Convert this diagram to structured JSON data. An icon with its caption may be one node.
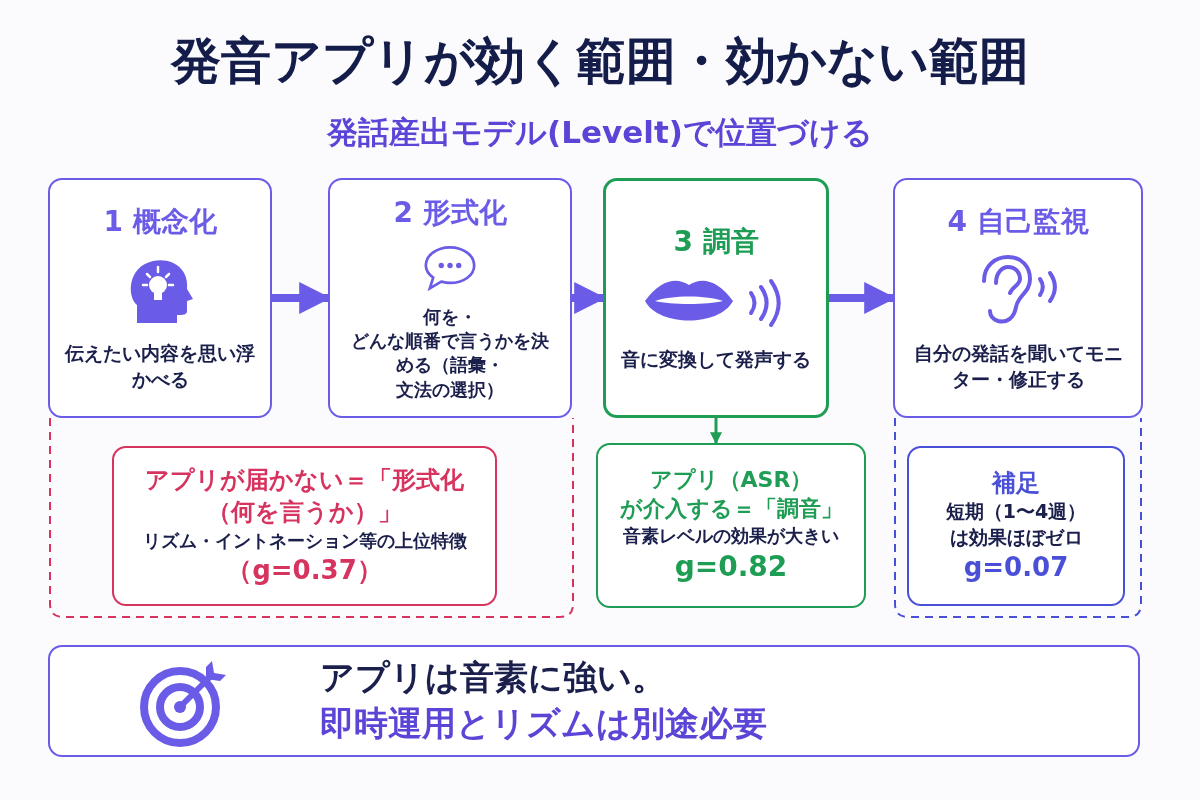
{
  "diagram": {
    "title": "発音アプリが効く範囲・効かない範囲",
    "nodes": [
      {
        "text": [
          "1 概念化",
          "伝えたい内容を思い浮かべる"
        ]
      },
      {
        "text": [
          "2 形式化",
          "何を・どんな順番で言うかを決める（語彙・文法の選択）"
        ]
      },
      {
        "text": [
          "3 調音",
          "音に変換して発声する"
        ]
      },
      {
        "text": [
          "4 自己監視",
          "自分の発話を聞いてモニター・修正する"
        ]
      },
      {
        "text": [
          "アプリが届かない＝「形式化（何を言うか）」",
          "リズム・イントネーション等の上位特徴",
          "（g=0.37）"
        ]
      },
      {
        "text": [
          "アプリ（ASR）が介入する＝「調音」",
          "音素レベルの効果が大きい",
          "g=0.82"
        ]
      },
      {
        "text": [
          "補足",
          "短期（1〜4週）は効果ほぼゼロ",
          "g=0.07"
        ]
      },
      {
        "text": [
          "アプリは音素に強い。",
          "即時運用とリズムは別途必要"
        ]
      }
    ],
    "edges": [
      {
        "from": 0,
        "to": 1,
        "arrow": "to"
      },
      {
        "from": 1,
        "to": 2,
        "arrow": "to"
      },
      {
        "from": 2,
        "to": 3,
        "arrow": "to"
      },
      {
        "from": 2,
        "to": 5,
        "arrow": "to",
        "color": "#1f9d55"
      }
    ],
    "labels": [
      "発話産出モデル(Levelt)で位置づける"
    ]
  }
}
